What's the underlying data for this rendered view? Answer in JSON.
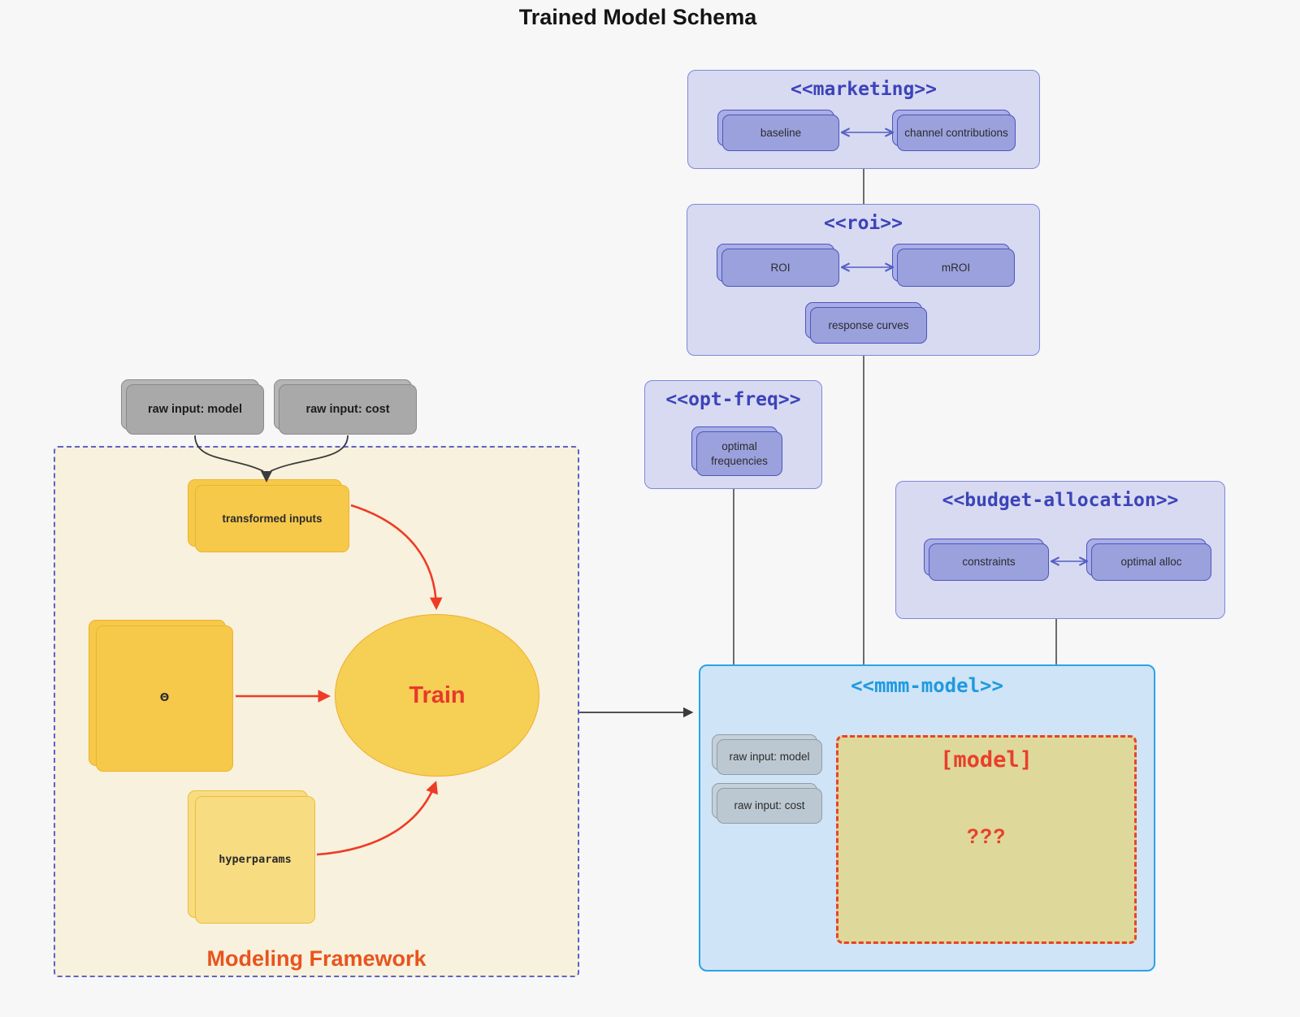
{
  "title": "Trained Model Schema",
  "palette": {
    "group_fill": "#d7daf1",
    "group_border": "#8087d8",
    "indigo_title": "#3c43b8",
    "purple_card": "#9ba1dd",
    "mmm_fill": "#cfe4f6",
    "mmm_border": "#2ba3e8",
    "mmm_title": "#1e9ae0",
    "khaki_fill": "#ded89b",
    "red_accent": "#e8402a",
    "red_arrow": "#ee3b26",
    "yellow_card": "#f6c94b",
    "yellow_light": "#f8dc82",
    "framework_fill": "#f8f1dd",
    "framework_border": "#5c63c9",
    "gray_card": "#a9a9a9"
  },
  "marketing": {
    "stereotype": "<<marketing>>",
    "cards": [
      {
        "label": "baseline"
      },
      {
        "label": "channel contributions"
      }
    ]
  },
  "roi": {
    "stereotype": "<<roi>>",
    "cards": [
      {
        "label": "ROI"
      },
      {
        "label": "mROI"
      },
      {
        "label": "response curves"
      }
    ]
  },
  "opt_freq": {
    "stereotype": "<<opt-freq>>",
    "cards": [
      {
        "label": "optimal frequencies"
      }
    ]
  },
  "budget": {
    "stereotype": "<<budget-allocation>>",
    "cards": [
      {
        "label": "constraints"
      },
      {
        "label": "optimal alloc"
      }
    ]
  },
  "mmm": {
    "stereotype": "<<mmm-model>>",
    "cards": [
      {
        "label": "raw input: model"
      },
      {
        "label": "raw input: cost"
      }
    ],
    "model": {
      "title": "[model]",
      "body": "???"
    }
  },
  "framework": {
    "caption": "Modeling Framework",
    "raw_inputs": [
      {
        "label": "raw input: model"
      },
      {
        "label": "raw input: cost"
      }
    ],
    "nodes": {
      "transformed": "transformed inputs",
      "theta": "Θ",
      "train": "Train",
      "hyperparams": "hyperparams"
    }
  }
}
